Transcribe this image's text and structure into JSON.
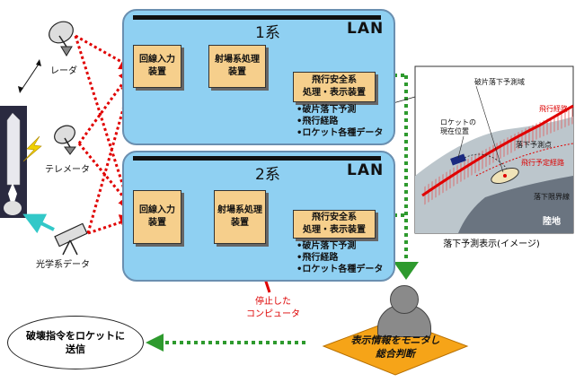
{
  "system1": {
    "name": "1系",
    "lan": "LAN",
    "box1": [
      "回線入力",
      "装置"
    ],
    "box2": [
      "射場系処理",
      "装置"
    ],
    "box3": [
      "飛行安全系",
      "処理・表示装置"
    ],
    "items": [
      "•破片落下予測",
      "•飛行経路",
      "•ロケット各種データ"
    ]
  },
  "system2": {
    "name": "2系",
    "lan": "LAN",
    "box1": [
      "回線入力",
      "装置"
    ],
    "box2": [
      "射場系処理",
      "装置"
    ],
    "box3": [
      "飛行安全系",
      "処理・表示装置"
    ],
    "items": [
      "•破片落下予測",
      "•飛行経路",
      "•ロケット各種データ"
    ]
  },
  "sensors": {
    "radar": "レーダ",
    "telemeter": "テレメータ",
    "optical": "光学系データ"
  },
  "stopped_computer": [
    "停止した",
    "コンピュータ"
  ],
  "prediction": {
    "title": "落下予測表示(イメージ)",
    "labels": {
      "debris_area": "破片落下予測域",
      "flight_path": "飛行経路",
      "rocket_position": [
        "ロケットの",
        "現在位置"
      ],
      "drop_point": "落下予測点",
      "nominal_path": "飛行予定経路",
      "boundary": "落下限界線",
      "land": "陸地"
    }
  },
  "judgement": [
    "表示情報をモニタし",
    "総合判断"
  ],
  "destroy": [
    "破壊指令をロケットに",
    "送信"
  ],
  "colors": {
    "system_bg": "#8fd0f2",
    "box_bg": "#f6cf8c",
    "red": "#e00000",
    "green": "#2e9a2e",
    "diamond": "#f6a418",
    "cyan": "#32c8c8"
  }
}
